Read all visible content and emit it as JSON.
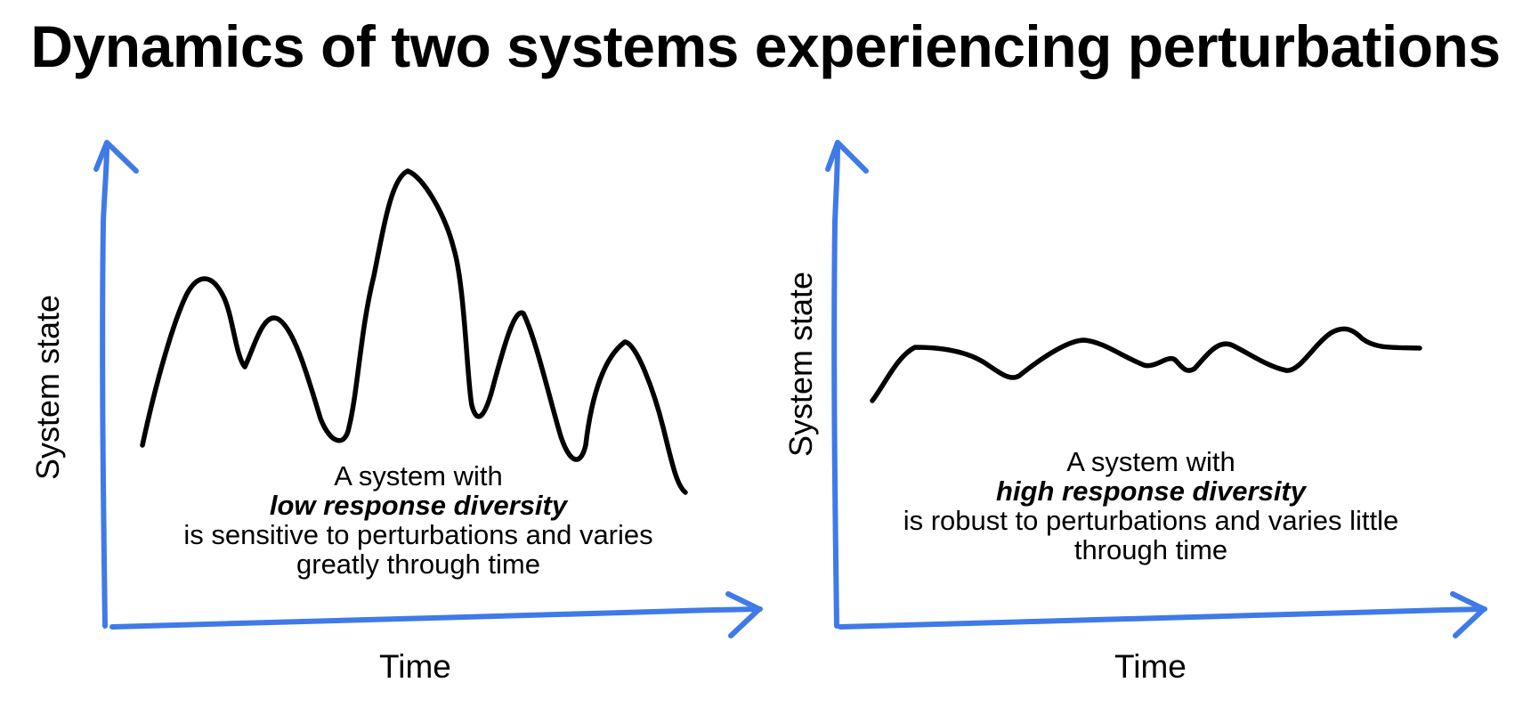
{
  "title": "Dynamics of two systems experiencing perturbations",
  "colors": {
    "axis": "#3f7ae8",
    "curve": "#000000"
  },
  "panels": [
    {
      "ylabel": "System state",
      "xlabel": "Time",
      "desc_line1": "A system with",
      "desc_emphasis": "low response diversity",
      "desc_line3": "is sensitive to perturbations and varies",
      "desc_line4": "greatly through time"
    },
    {
      "ylabel": "System state",
      "xlabel": "Time",
      "desc_line1": "A system with",
      "desc_emphasis": "high response diversity",
      "desc_line3": "is robust to perturbations and varies little",
      "desc_line4": "through time"
    }
  ]
}
